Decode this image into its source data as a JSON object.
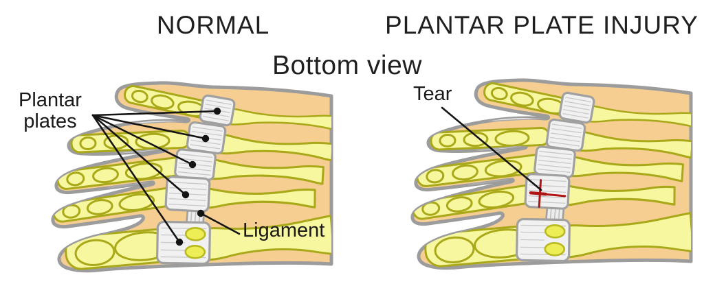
{
  "diagram": {
    "title_normal": "NORMAL",
    "title_injury": "PLANTAR PLATE INJURY",
    "subtitle": "Bottom view",
    "labels": {
      "plantar_plates_line1": "Plantar",
      "plantar_plates_line2": "plates",
      "ligament": "Ligament",
      "tear": "Tear"
    },
    "panels": [
      {
        "name": "normal-foot",
        "annotated_parts": [
          "plantar plates (5)",
          "ligament"
        ]
      },
      {
        "name": "plantar-plate-injury-foot",
        "annotated_parts": [
          "tear on 2nd plantar plate"
        ]
      }
    ]
  },
  "colors": {
    "background": "#FFFFFF",
    "skin": "#F6CE92",
    "bone_fill": "#F7F7A0",
    "bone_outline": "#A8A818",
    "foot_outline": "#9C9C9C",
    "plate_fill": "#F1F1F1",
    "plate_outline": "#A0A0A0",
    "sesamoid_fill": "#EDED55",
    "tear_red": "#B01515",
    "text": "#1C1C1C"
  }
}
